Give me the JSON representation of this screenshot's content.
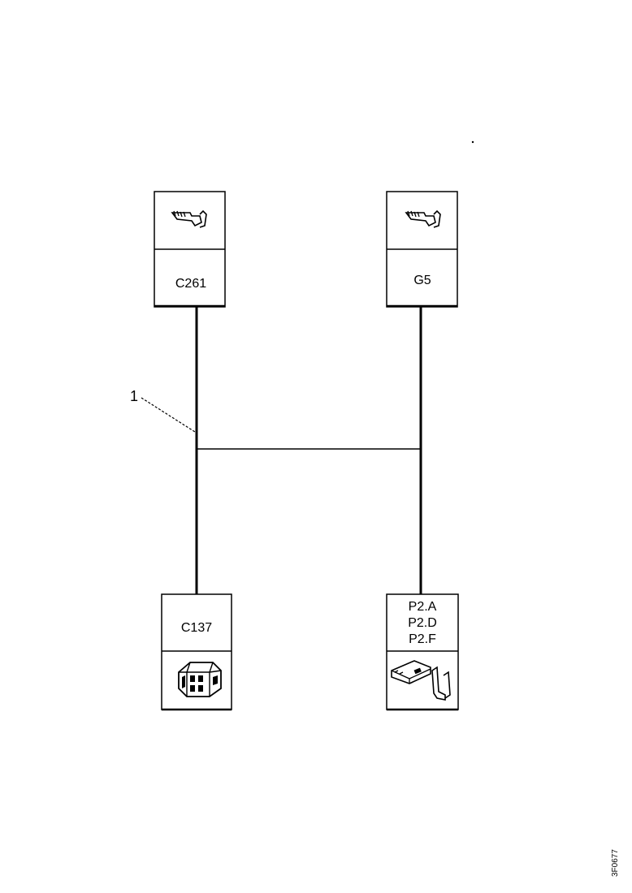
{
  "connectors": {
    "top_left": {
      "label": "C261",
      "icon": "terminal-pin-icon"
    },
    "top_right": {
      "label": "G5",
      "icon": "terminal-pin-icon"
    },
    "bottom_left": {
      "label": "C137",
      "icon": "multi-pin-connector-icon"
    },
    "bottom_right": {
      "lines": [
        "P2.A",
        "P2.D",
        "P2.F"
      ],
      "icon": "bracket-connector-icon"
    }
  },
  "callout": {
    "number": "1"
  },
  "reference_code": "3F0677"
}
